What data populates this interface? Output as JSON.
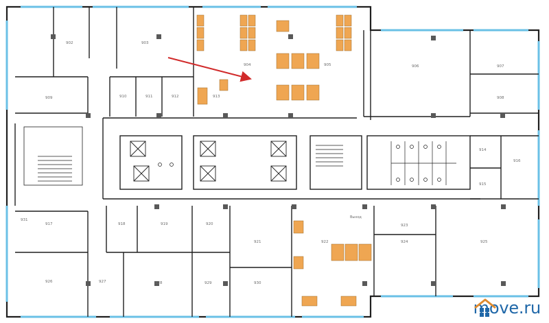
{
  "brand": {
    "text": "move.ru",
    "color": "#1f67a8",
    "accent": "#e08b2f",
    "icon": "house-icon"
  },
  "colors": {
    "wall": "#1f1f1f",
    "window": "#6ac0e6",
    "desk": "#efa652",
    "arrow": "#d12b2b",
    "column": "#595959"
  },
  "rooms": [
    {
      "id": "r1",
      "label": "902"
    },
    {
      "id": "r2",
      "label": "903"
    },
    {
      "id": "r3",
      "label": "904"
    },
    {
      "id": "r4",
      "label": "905"
    },
    {
      "id": "r5",
      "label": "906"
    },
    {
      "id": "r6",
      "label": "907"
    },
    {
      "id": "r7",
      "label": "908"
    },
    {
      "id": "r8",
      "label": "909"
    },
    {
      "id": "r9",
      "label": "910"
    },
    {
      "id": "r10",
      "label": "911"
    },
    {
      "id": "r11",
      "label": "912"
    },
    {
      "id": "r12",
      "label": "913"
    },
    {
      "id": "r13",
      "label": "914"
    },
    {
      "id": "r14",
      "label": "915"
    },
    {
      "id": "r15",
      "label": "916"
    },
    {
      "id": "r16",
      "label": "917"
    },
    {
      "id": "r17",
      "label": "918"
    },
    {
      "id": "r18",
      "label": "919"
    },
    {
      "id": "r19",
      "label": "920"
    },
    {
      "id": "r20",
      "label": "921"
    },
    {
      "id": "r21",
      "label": "922"
    },
    {
      "id": "r22",
      "label": "923"
    },
    {
      "id": "r23",
      "label": "924"
    },
    {
      "id": "r24",
      "label": "925"
    },
    {
      "id": "r25",
      "label": "926"
    },
    {
      "id": "r26",
      "label": "927"
    },
    {
      "id": "r27",
      "label": "928"
    },
    {
      "id": "r28",
      "label": "929"
    },
    {
      "id": "r29",
      "label": "930"
    },
    {
      "id": "r30",
      "label": "931"
    }
  ],
  "corridor_label": "Выход"
}
